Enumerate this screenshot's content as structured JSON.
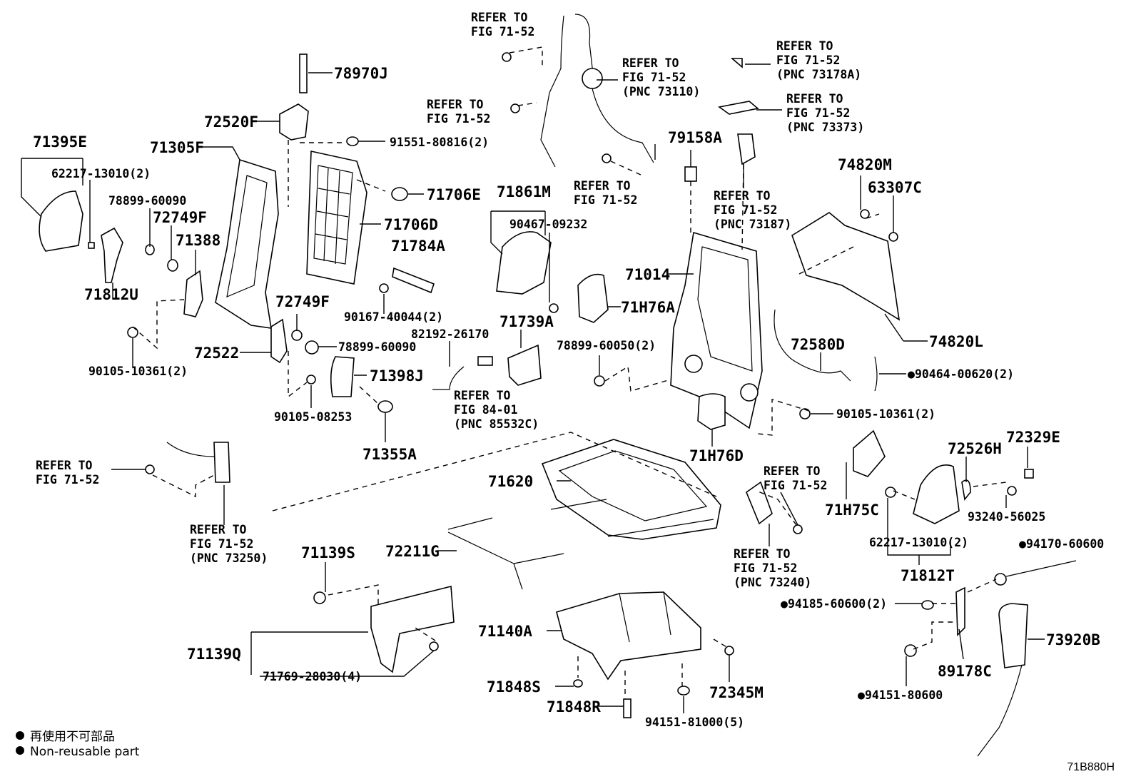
{
  "diagram_code": "71B880H",
  "legend": [
    {
      "mark": "●",
      "text": "再使用不可部品"
    },
    {
      "mark": "●",
      "text": "Non-reusable part"
    }
  ],
  "part_numbers": {
    "p78970J": "78970J",
    "p72520F": "72520F",
    "p91551": "91551-80816(2)",
    "p71395E": "71395E",
    "p71305F": "71305F",
    "p62217a": "62217-13010(2)",
    "p78899_60090a": "78899-60090",
    "p72749Fa": "72749F",
    "p71388": "71388",
    "p71812U": "71812U",
    "p90105_10361a": "90105-10361(2)",
    "p71706E": "71706E",
    "p71706D": "71706D",
    "p71784A": "71784A",
    "p90167": "90167-40044(2)",
    "p72749Fb": "72749F",
    "p78899_60090b": "78899-60090",
    "p72522": "72522",
    "p90105_08253": "90105-08253",
    "p71398J": "71398J",
    "p71355A": "71355A",
    "p82192": "82192-26170",
    "p71739A": "71739A",
    "p71861M": "71861M",
    "p90467": "90467-09232",
    "p71H76A": "71H76A",
    "p78899_60050": "78899-60050(2)",
    "p79158A": "79158A",
    "p71014": "71014",
    "p74820M": "74820M",
    "p63307C": "63307C",
    "p74820L": "74820L",
    "p72580D": "72580D",
    "p90464": "90464-00620(2)",
    "p90105_10361b": "90105-10361(2)",
    "p71H76D": "71H76D",
    "p71620": "71620",
    "p72211G": "72211G",
    "p71139S": "71139S",
    "p71139Q": "71139Q",
    "p71769": "71769-28030(4)",
    "p71140A": "71140A",
    "p71848S": "71848S",
    "p71848R": "71848R",
    "p94151_81000": "94151-81000(5)",
    "p72345M": "72345M",
    "p71H75C": "71H75C",
    "p72526H": "72526H",
    "p72329E": "72329E",
    "p93240": "93240-56025",
    "p62217b": "62217-13010(2)",
    "p71812T": "71812T",
    "p94170": "94170-60600",
    "p94185": "94185-60600(2)",
    "p73920B": "73920B",
    "p89178C": "89178C",
    "p94151_80600": "94151-80600"
  },
  "refer_labels": {
    "r1_a": "REFER TO",
    "r1_b": "FIG 71-52",
    "r2_a": "REFER TO",
    "r2_b": "FIG 71-52",
    "r2_c": "(PNC 73110)",
    "r3_a": "REFER TO",
    "r3_b": "FIG 71-52",
    "r4_a": "REFER TO",
    "r4_b": "FIG 71-52",
    "r5_a": "REFER TO",
    "r5_b": "FIG 71-52",
    "r5_c": "(PNC 73178A)",
    "r6_a": "REFER TO",
    "r6_b": "FIG 71-52",
    "r6_c": "(PNC 73373)",
    "r7_a": "REFER TO",
    "r7_b": "FIG 71-52",
    "r7_c": "(PNC 73187)",
    "r8_a": "REFER TO",
    "r8_b": "FIG 84-01",
    "r8_c": "(PNC 85532C)",
    "r9_a": "REFER TO",
    "r9_b": "FIG 71-52",
    "r10_a": "REFER TO",
    "r10_b": "FIG 71-52",
    "r10_c": "(PNC 73250)",
    "r11_a": "REFER TO",
    "r11_b": "FIG 71-52",
    "r12_a": "REFER TO",
    "r12_b": "FIG 71-52",
    "r12_c": "(PNC 73240)"
  },
  "non_reusable_mark": "●"
}
